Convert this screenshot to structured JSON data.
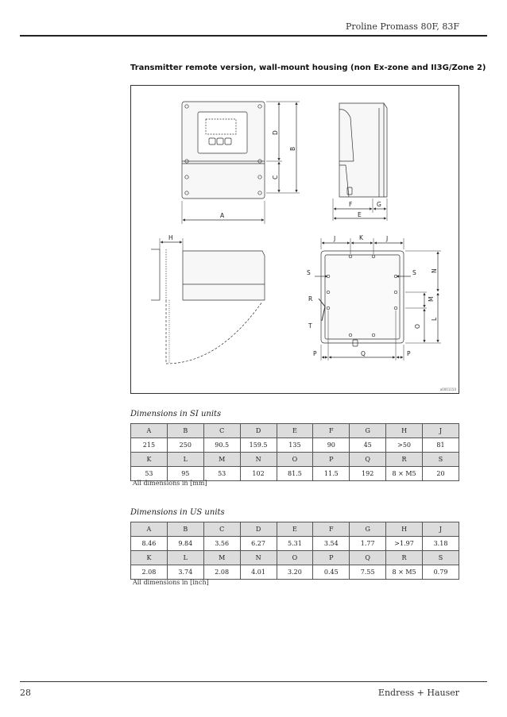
{
  "header": {
    "title": "Proline Promass 80F, 83F"
  },
  "section": {
    "title": "Transmitter remote version, wall-mount housing (non Ex-zone and II3G/Zone 2)"
  },
  "figure": {
    "code": "a0001150",
    "labels": {
      "A": "A",
      "B": "B",
      "C": "C",
      "D": "D",
      "E": "E",
      "F": "F",
      "G": "G",
      "H": "H",
      "J": "J",
      "K": "K",
      "L": "L",
      "M": "M",
      "N": "N",
      "O": "O",
      "P": "P",
      "Q": "Q",
      "R": "R",
      "S": "S",
      "T": "T"
    }
  },
  "si": {
    "caption": "Dimensions in SI units",
    "rows": [
      [
        "A",
        "B",
        "C",
        "D",
        "E",
        "F",
        "G",
        "H",
        "J"
      ],
      [
        "215",
        "250",
        "90.5",
        "159.5",
        "135",
        "90",
        "45",
        ">50",
        "81"
      ],
      [
        "K",
        "L",
        "M",
        "N",
        "O",
        "P",
        "Q",
        "R",
        "S"
      ],
      [
        "53",
        "95",
        "53",
        "102",
        "81.5",
        "11.5",
        "192",
        "8 × M5",
        "20"
      ]
    ],
    "note": "All dimensions in [mm]"
  },
  "us": {
    "caption": "Dimensions in US units",
    "rows": [
      [
        "A",
        "B",
        "C",
        "D",
        "E",
        "F",
        "G",
        "H",
        "J"
      ],
      [
        "8.46",
        "9.84",
        "3.56",
        "6.27",
        "5.31",
        "3.54",
        "1.77",
        ">1.97",
        "3.18"
      ],
      [
        "K",
        "L",
        "M",
        "N",
        "O",
        "P",
        "Q",
        "R",
        "S"
      ],
      [
        "2.08",
        "3.74",
        "2.08",
        "4.01",
        "3.20",
        "0.45",
        "7.55",
        "8 × M5",
        "0.79"
      ]
    ],
    "note": "All dimensions in [inch]"
  },
  "footer": {
    "page_number": "28",
    "brand": "Endress + Hauser"
  }
}
